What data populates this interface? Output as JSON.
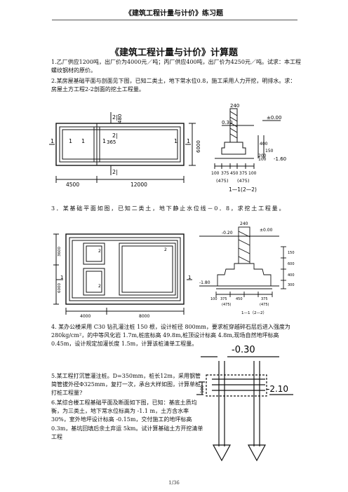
{
  "header": {
    "title": "《建筑工程计量与计价》练习题"
  },
  "doc_title": "《建筑工程计量与计价》计算题",
  "paragraphs": [
    "1.乙厂供应1200吨，出厂价为4000元／吨；丙厂供应400吨，出厂价为4250元／吨。试求：本工程螺纹钢材的原价。",
    "2.某房屋基础平面与剖面见下图，已知二类土，地下常水位0.8，施工采用人力开挖，明排水。求：房屋土方工程2-2剖面的挖土工程量。",
    "3．某基础平面如图，已知二类土，地下静止水位线－0．8，求挖土工程量。",
    "4. 某办公楼采用 C30 钻孔灌注桩 150 根，设计桩径 800mm，要求桩穿越碎石层后进入强度为 280kg/cm²，的中等风化岩 1.7m,桩底标高 49.8m,桩顶设计标高 4.8m,现场自然地坪标高 0.45m，设计规定加灌长度 1.5m，计算该桩清单工程量。",
    "5.某工程打沉管灌注桩。D=350mm，桩长12m，采用钢管简管拔外径Φ325mm，复打一次，承台大样如图，计算单桩打桩工程量?",
    "6.某综合楼工程基础平面及断面如下图，已知：基底土质均衡，为三类土，地下常水位标高为 -1.1 m，土方含水率 30%，室外地坪设计标高 -0.15m，交付施工的地坪标高 0.3m，基坑回填后余土弃运 5km。试计算基础土方开挖清单工程"
  ],
  "figure1": {
    "labels": {
      "cut2_top": "2|",
      "cut2_mid": "2|",
      "cut2_bot": "2|",
      "dim_480": "480",
      "dim_365": "365",
      "cut1": "1",
      "dim_6000": "6000",
      "dim_4500": "4500",
      "dim_12000": "12000"
    }
  },
  "figure2": {
    "labels": {
      "w240": "240",
      "el_000": "±0.00",
      "el_030": "0.30",
      "el_160": "-1.60",
      "d400": "400",
      "d150": "150",
      "d100": "100",
      "d200": "200",
      "b100a": "100",
      "b375a": "375",
      "b450": "450",
      "b375b": "375",
      "b100b": "100",
      "p475a": "(475)",
      "p475b": "(475)",
      "section": "1—1(2—2)"
    }
  },
  "figure3": {
    "labels": {
      "c1": "1",
      "c2": "2",
      "v3600": "3600",
      "v6000": "6000",
      "h4000": "4000",
      "h8000": "8000"
    }
  },
  "figure4": {
    "labels": {
      "w240": "240",
      "el_000": "±0.00",
      "el_020": "-0.20",
      "el_180": "-1.80",
      "d150": "150",
      "d600": "600",
      "d400": "400",
      "d100": "100",
      "d300": "300",
      "b375a": "375",
      "b450": "450",
      "b375b": "375",
      "p475a": "(475)",
      "p475b": "(475)",
      "section": "1—1（2—2）"
    }
  },
  "figure5": {
    "labels": {
      "el_030": "-0.30",
      "el_210": "-2.10",
      "dim_100": "100"
    }
  },
  "footer": {
    "page": "1/36"
  }
}
